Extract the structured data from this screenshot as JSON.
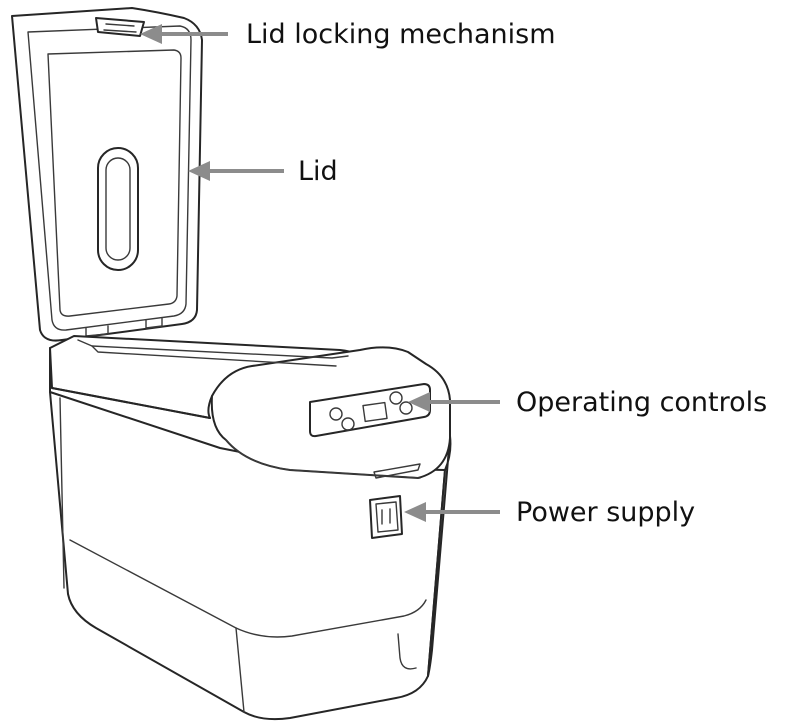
{
  "labels": {
    "lid_lock": "Lid locking mechanism",
    "lid": "Lid",
    "controls": "Operating controls",
    "power": "Power supply"
  },
  "colors": {
    "line": "#262626",
    "leader": "#8c8c8c",
    "text": "#111111",
    "background": "#ffffff"
  }
}
